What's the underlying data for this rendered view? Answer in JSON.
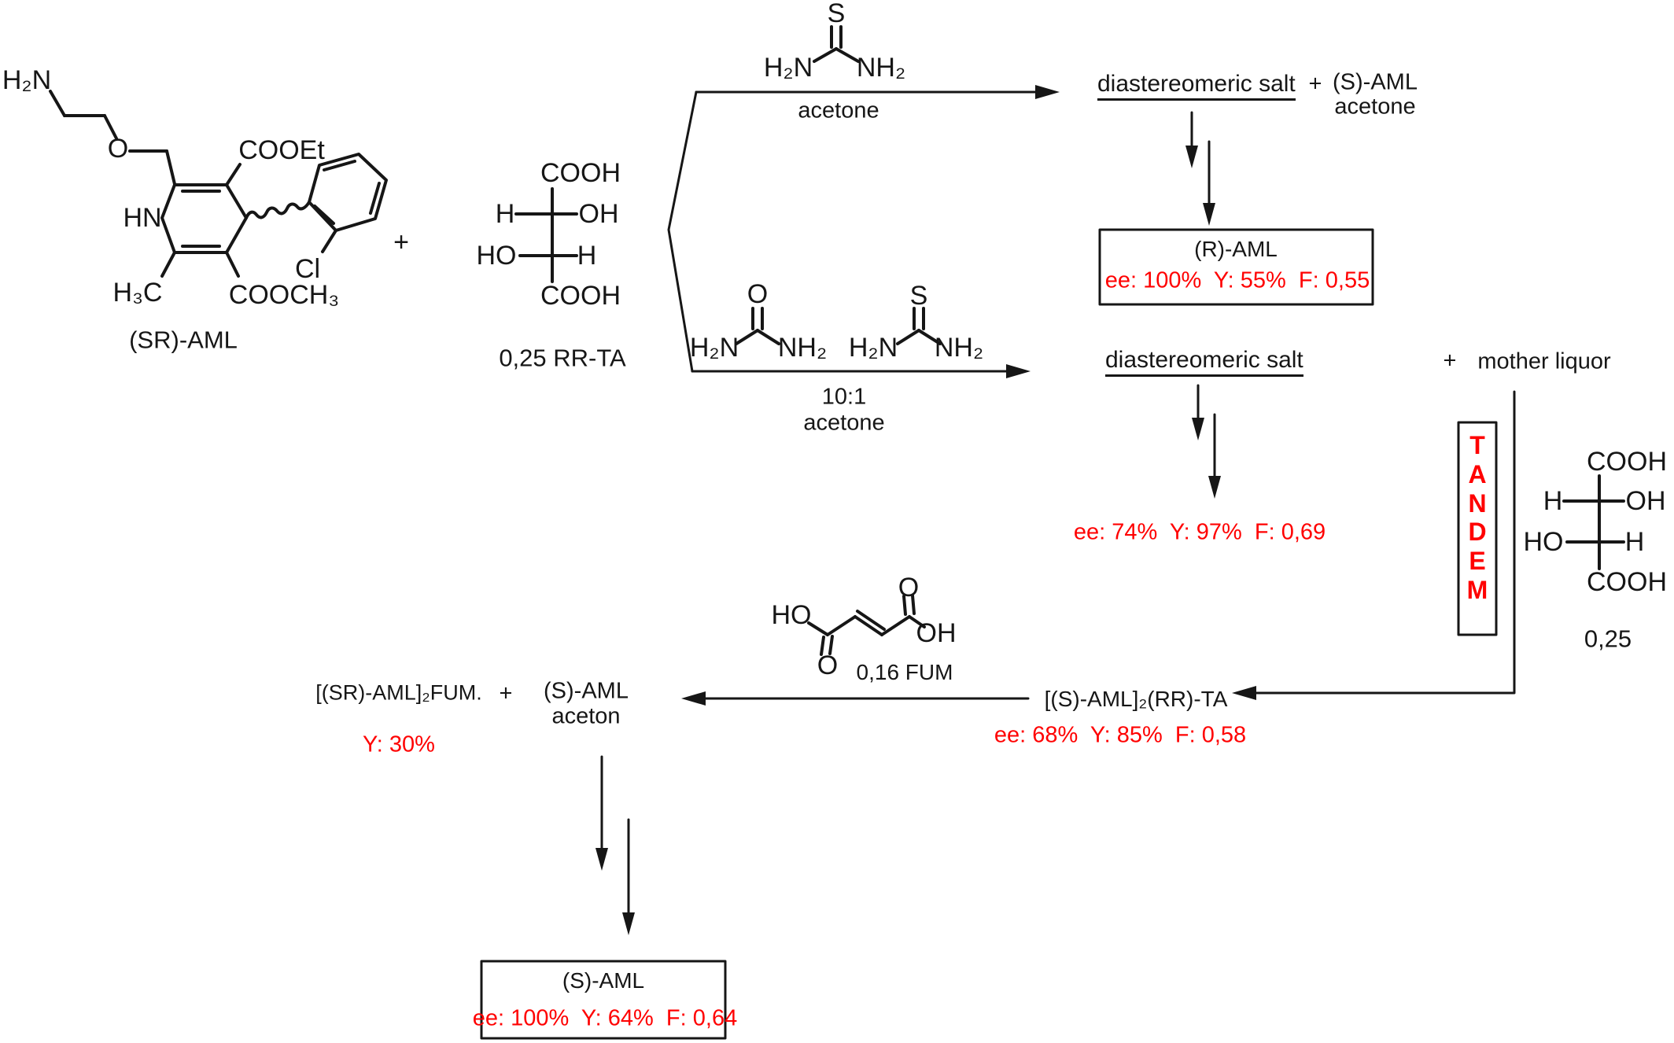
{
  "palette": {
    "ink": "#161616",
    "red": "#ff0000",
    "background": "#ffffff"
  },
  "reactant_sr_aml": {
    "amine": "H₂N",
    "ether_o": "O",
    "ring_nh": "HN",
    "ester_top": "COOEt",
    "chloro": "Cl",
    "methyl": "H₃C",
    "ester_bottom": "COOCH₃",
    "caption": "(SR)-AML"
  },
  "plus_signs": {
    "after_reactant": "+",
    "top_row": "+",
    "bottom_row": "+",
    "cleavage_row": "+"
  },
  "tartrate_main": {
    "cooh_top": "COOH",
    "h_left": "H",
    "oh_right": "OH",
    "ho_left": "HO",
    "h_right": "H",
    "cooh_bottom": "COOH",
    "caption": "0,25 RR-TA"
  },
  "route_top": {
    "thiourea_s": "S",
    "thiourea_left": "H₂N",
    "thiourea_right": "NH₂",
    "solvent": "acetone"
  },
  "route_bottom": {
    "urea_o": "O",
    "urea_left": "H₂N",
    "urea_right": "NH₂",
    "thiourea_s": "S",
    "thiourea_left": "H₂N",
    "thiourea_right": "NH₂",
    "ratio": "10:1",
    "solvent": "acetone"
  },
  "product_top": {
    "salt": "diastereomeric salt",
    "byproduct_name": "(S)-AML",
    "byproduct_solvent": "acetone"
  },
  "box_r_aml": {
    "title": "(R)-AML",
    "stats": "ee: 100%  Y: 55%  F: 0,55"
  },
  "product_bottom": {
    "salt": "diastereomeric salt",
    "byproduct": "mother liquor",
    "stats": "ee: 74%  Y: 97%  F: 0,69"
  },
  "tandem": {
    "letters": [
      "T",
      "A",
      "N",
      "D",
      "E",
      "M"
    ]
  },
  "tartrate_side": {
    "cooh_top": "COOH",
    "h_left": "H",
    "oh_right": "OH",
    "ho_left": "HO",
    "h_right": "H",
    "cooh_bottom": "COOH",
    "caption": "0,25"
  },
  "fumarate": {
    "ho": "HO",
    "o_down": "O",
    "o_up": "O",
    "oh": "OH",
    "caption": "0,16 FUM"
  },
  "intermediate": {
    "formula": "[(S)-AML]₂(RR)-TA",
    "stats": "ee: 68%  Y: 85%  F: 0,58"
  },
  "cleavage": {
    "fum_salt": "[(SR)-AML]₂FUM.",
    "s_aml": "(S)-AML",
    "solvent": "aceton",
    "yield": "Y: 30%"
  },
  "box_s_aml": {
    "title": "(S)-AML",
    "stats": "ee: 100%  Y: 64%  F: 0,64"
  }
}
